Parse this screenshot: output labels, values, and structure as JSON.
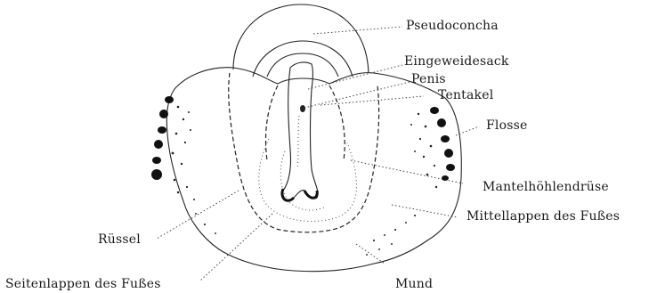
{
  "labels": {
    "pseudoconcha": "Pseudoconcha",
    "eingeweidesack": "Eingeweidesack",
    "penis": "Penis",
    "tentakel": "Tentakel",
    "flosse": "Flosse",
    "mantelhoehlendruese": "Mantelhöhlendrüse",
    "mittellappen": "Mittellappen des Fußes",
    "ruessel": "Rüssel",
    "seitenlappen": "Seitenlappen des Fußes",
    "mund": "Mund"
  },
  "colors": {
    "ink": "#222222",
    "text": "#1a1a1a",
    "paper": "#ffffff"
  }
}
